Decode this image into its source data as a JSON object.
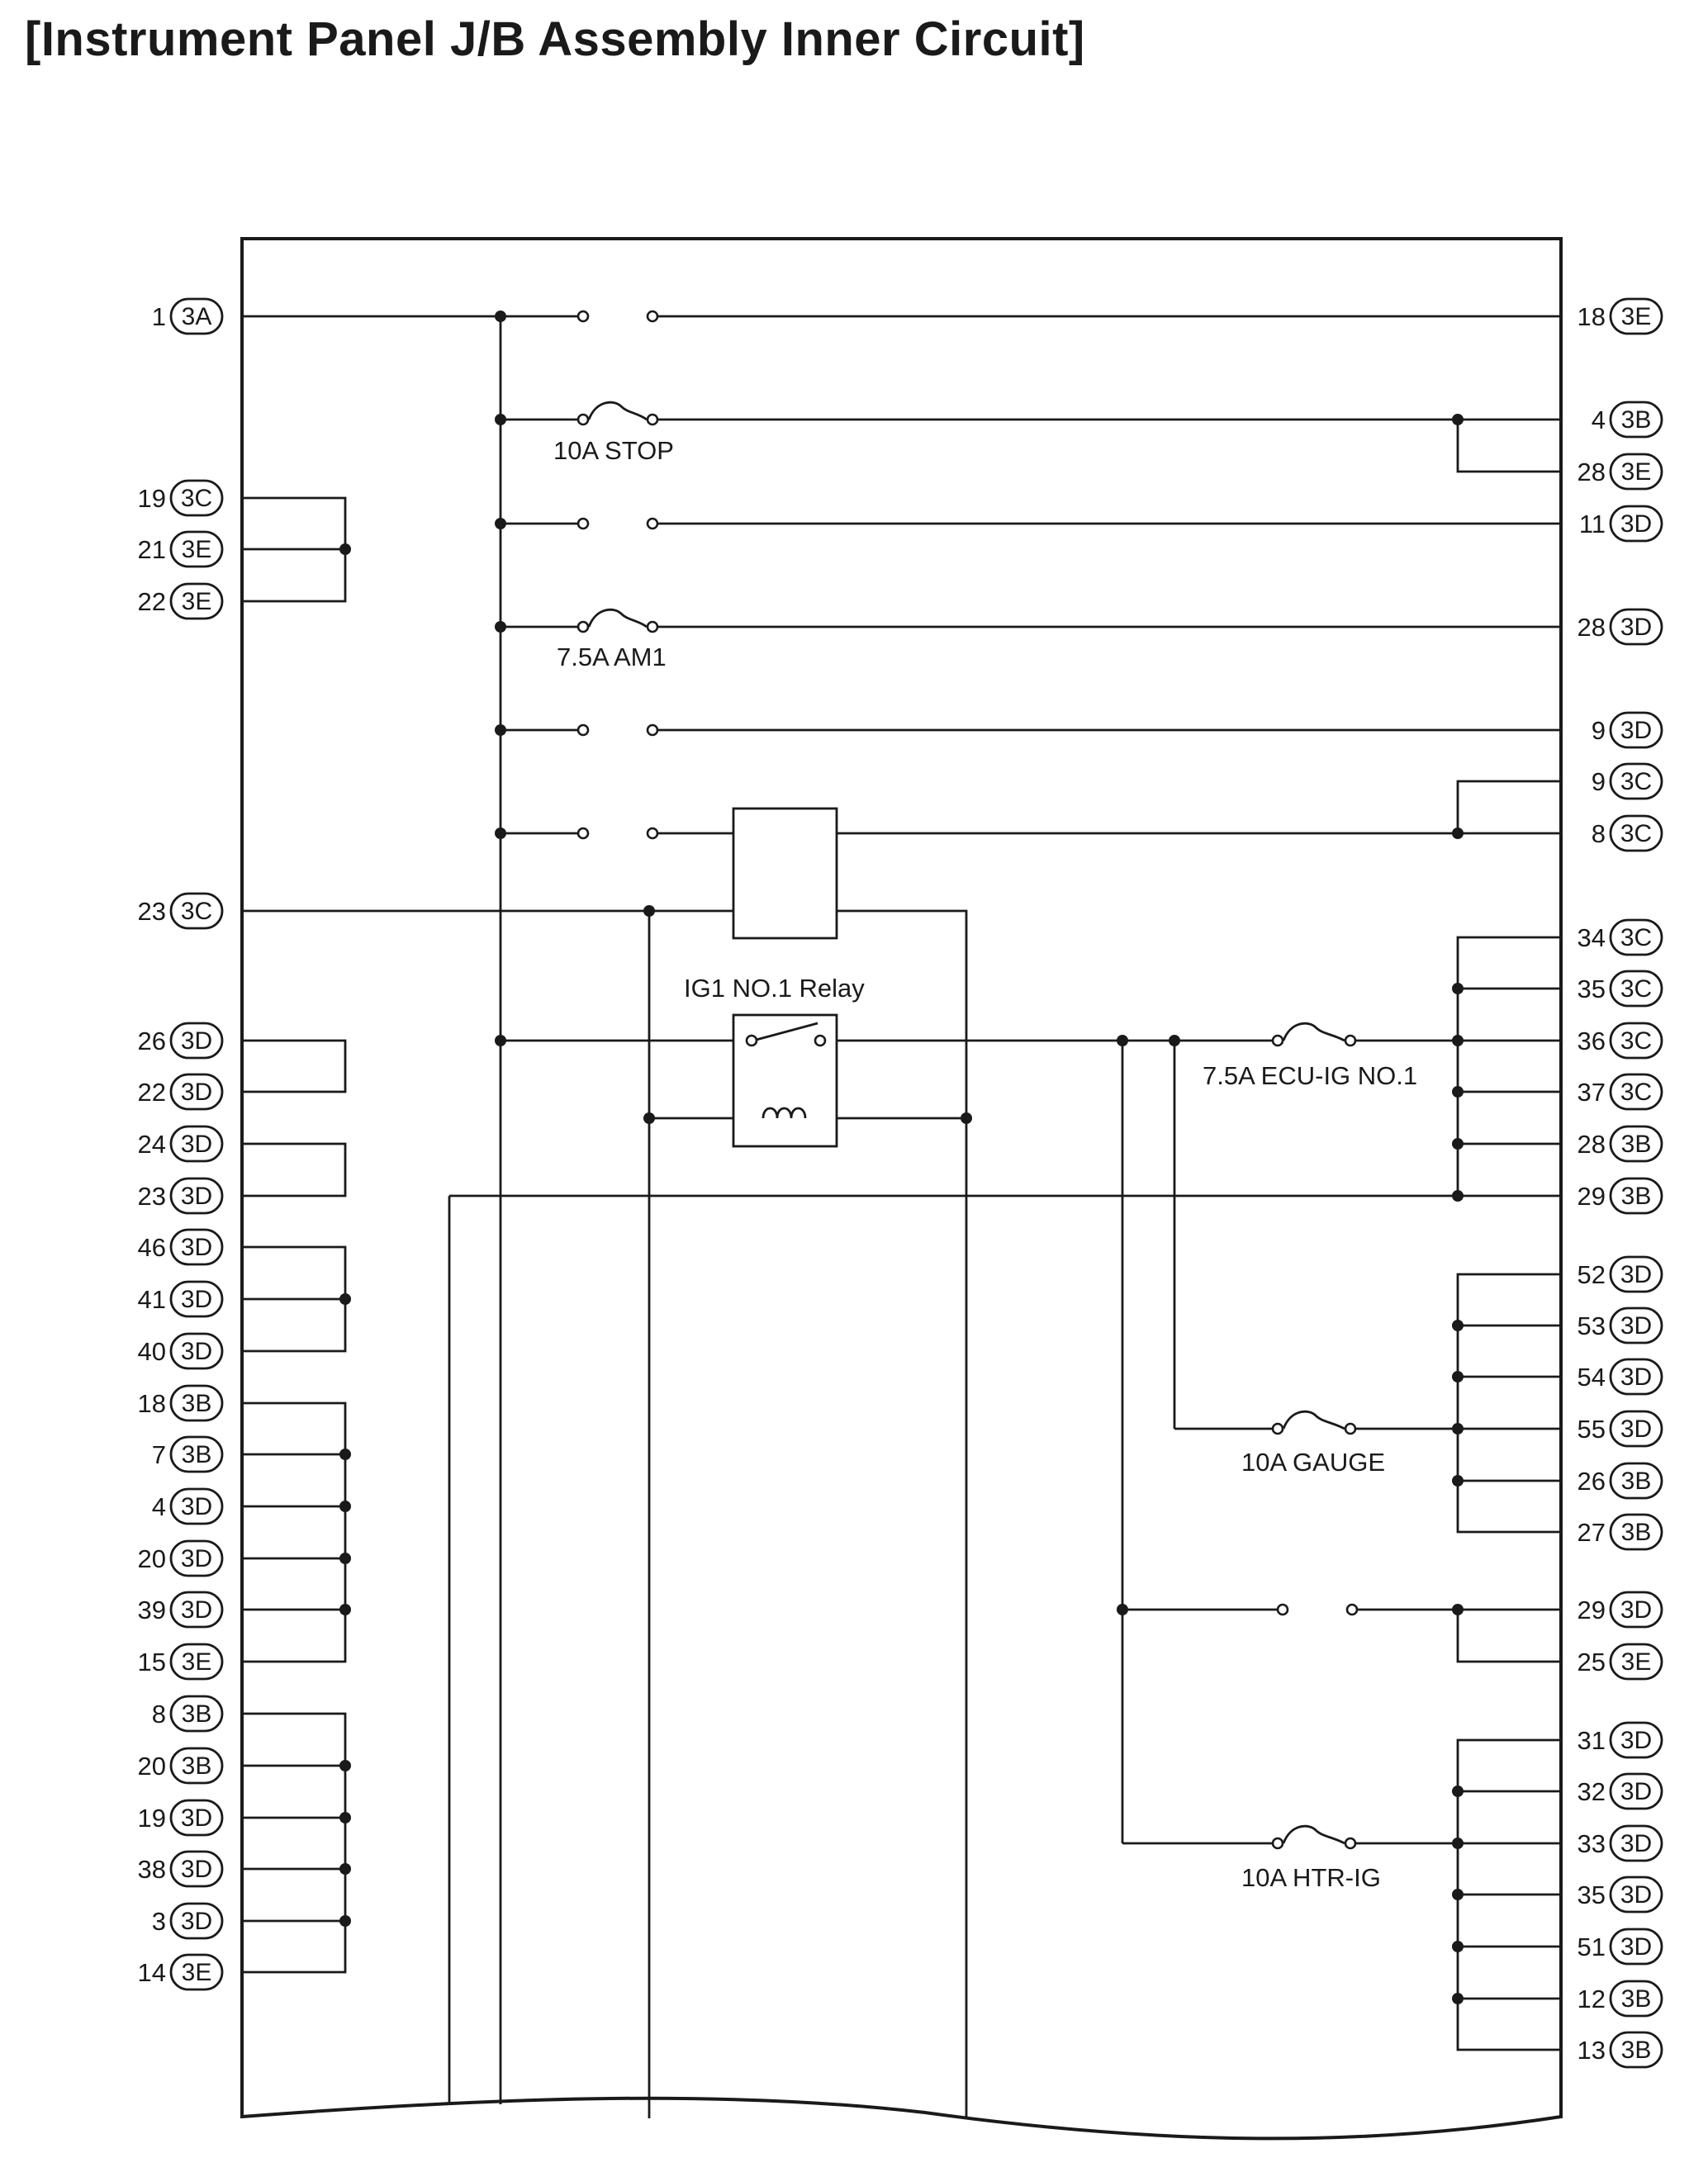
{
  "title": "[Instrument Panel J/B Assembly Inner Circuit]",
  "left_terminals": [
    {
      "pin": "1",
      "conn": "3A"
    },
    {
      "pin": "19",
      "conn": "3C"
    },
    {
      "pin": "21",
      "conn": "3E"
    },
    {
      "pin": "22",
      "conn": "3E"
    },
    {
      "pin": "23",
      "conn": "3C"
    },
    {
      "pin": "26",
      "conn": "3D"
    },
    {
      "pin": "22",
      "conn": "3D"
    },
    {
      "pin": "24",
      "conn": "3D"
    },
    {
      "pin": "23",
      "conn": "3D"
    },
    {
      "pin": "46",
      "conn": "3D"
    },
    {
      "pin": "41",
      "conn": "3D"
    },
    {
      "pin": "40",
      "conn": "3D"
    },
    {
      "pin": "18",
      "conn": "3B"
    },
    {
      "pin": "7",
      "conn": "3B"
    },
    {
      "pin": "4",
      "conn": "3D"
    },
    {
      "pin": "20",
      "conn": "3D"
    },
    {
      "pin": "39",
      "conn": "3D"
    },
    {
      "pin": "15",
      "conn": "3E"
    },
    {
      "pin": "8",
      "conn": "3B"
    },
    {
      "pin": "20",
      "conn": "3B"
    },
    {
      "pin": "19",
      "conn": "3D"
    },
    {
      "pin": "38",
      "conn": "3D"
    },
    {
      "pin": "3",
      "conn": "3D"
    },
    {
      "pin": "14",
      "conn": "3E"
    }
  ],
  "right_terminals": [
    {
      "pin": "18",
      "conn": "3E"
    },
    {
      "pin": "4",
      "conn": "3B"
    },
    {
      "pin": "28",
      "conn": "3E"
    },
    {
      "pin": "11",
      "conn": "3D"
    },
    {
      "pin": "28",
      "conn": "3D"
    },
    {
      "pin": "9",
      "conn": "3D"
    },
    {
      "pin": "9",
      "conn": "3C"
    },
    {
      "pin": "8",
      "conn": "3C"
    },
    {
      "pin": "34",
      "conn": "3C"
    },
    {
      "pin": "35",
      "conn": "3C"
    },
    {
      "pin": "36",
      "conn": "3C"
    },
    {
      "pin": "37",
      "conn": "3C"
    },
    {
      "pin": "28",
      "conn": "3B"
    },
    {
      "pin": "29",
      "conn": "3B"
    },
    {
      "pin": "52",
      "conn": "3D"
    },
    {
      "pin": "53",
      "conn": "3D"
    },
    {
      "pin": "54",
      "conn": "3D"
    },
    {
      "pin": "55",
      "conn": "3D"
    },
    {
      "pin": "26",
      "conn": "3B"
    },
    {
      "pin": "27",
      "conn": "3B"
    },
    {
      "pin": "29",
      "conn": "3D"
    },
    {
      "pin": "25",
      "conn": "3E"
    },
    {
      "pin": "31",
      "conn": "3D"
    },
    {
      "pin": "32",
      "conn": "3D"
    },
    {
      "pin": "33",
      "conn": "3D"
    },
    {
      "pin": "35",
      "conn": "3D"
    },
    {
      "pin": "51",
      "conn": "3D"
    },
    {
      "pin": "12",
      "conn": "3B"
    },
    {
      "pin": "13",
      "conn": "3B"
    }
  ],
  "labels": {
    "fuse_stop": "10A STOP",
    "fuse_am1": "7.5A AM1",
    "relay": "IG1 NO.1 Relay",
    "fuse_ecu_ig": "7.5A ECU-IG NO.1",
    "fuse_gauge": "10A GAUGE",
    "fuse_htr_ig": "10A HTR-IG"
  }
}
